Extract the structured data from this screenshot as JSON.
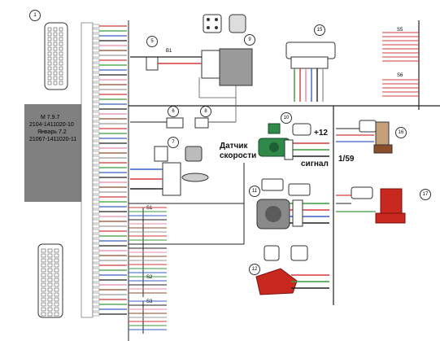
{
  "ecu": {
    "line1": "M 7.9.7",
    "line2": "2104-1411020-10",
    "line3": "Январь 7.2",
    "line4": "21067-1411020-11"
  },
  "callouts": {
    "speed_sensor": "Датчик\nскорости",
    "plus12": "+12",
    "signal": "сигнал",
    "pin_ref": "1/59"
  },
  "component_numbers": [
    "1",
    "5",
    "9",
    "6",
    "8",
    "7",
    "10",
    "11",
    "12",
    "15",
    "16",
    "17"
  ],
  "splices": [
    "S1",
    "S2",
    "S3",
    "S5",
    "S6"
  ],
  "connector_refs": [
    "B1"
  ],
  "colors": {
    "ecu_block": "#808080",
    "wire_red": "#d23a3a",
    "wire_green": "#3c9a3c",
    "wire_blue": "#3a5fc8",
    "wire_black": "#222222",
    "wire_pink": "#e48aa8",
    "wire_brown": "#8a4e2a",
    "wire_grey": "#9a9a9a",
    "sensor_red": "#c8281e",
    "sensor_green": "#2f8a4a"
  }
}
